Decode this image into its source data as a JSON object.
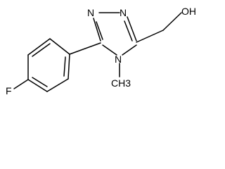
{
  "molecule": {
    "atoms": {
      "n1": "N",
      "n2": "N",
      "n4": "N",
      "oh": "OH",
      "f": "F",
      "methyl": "CH3"
    }
  }
}
